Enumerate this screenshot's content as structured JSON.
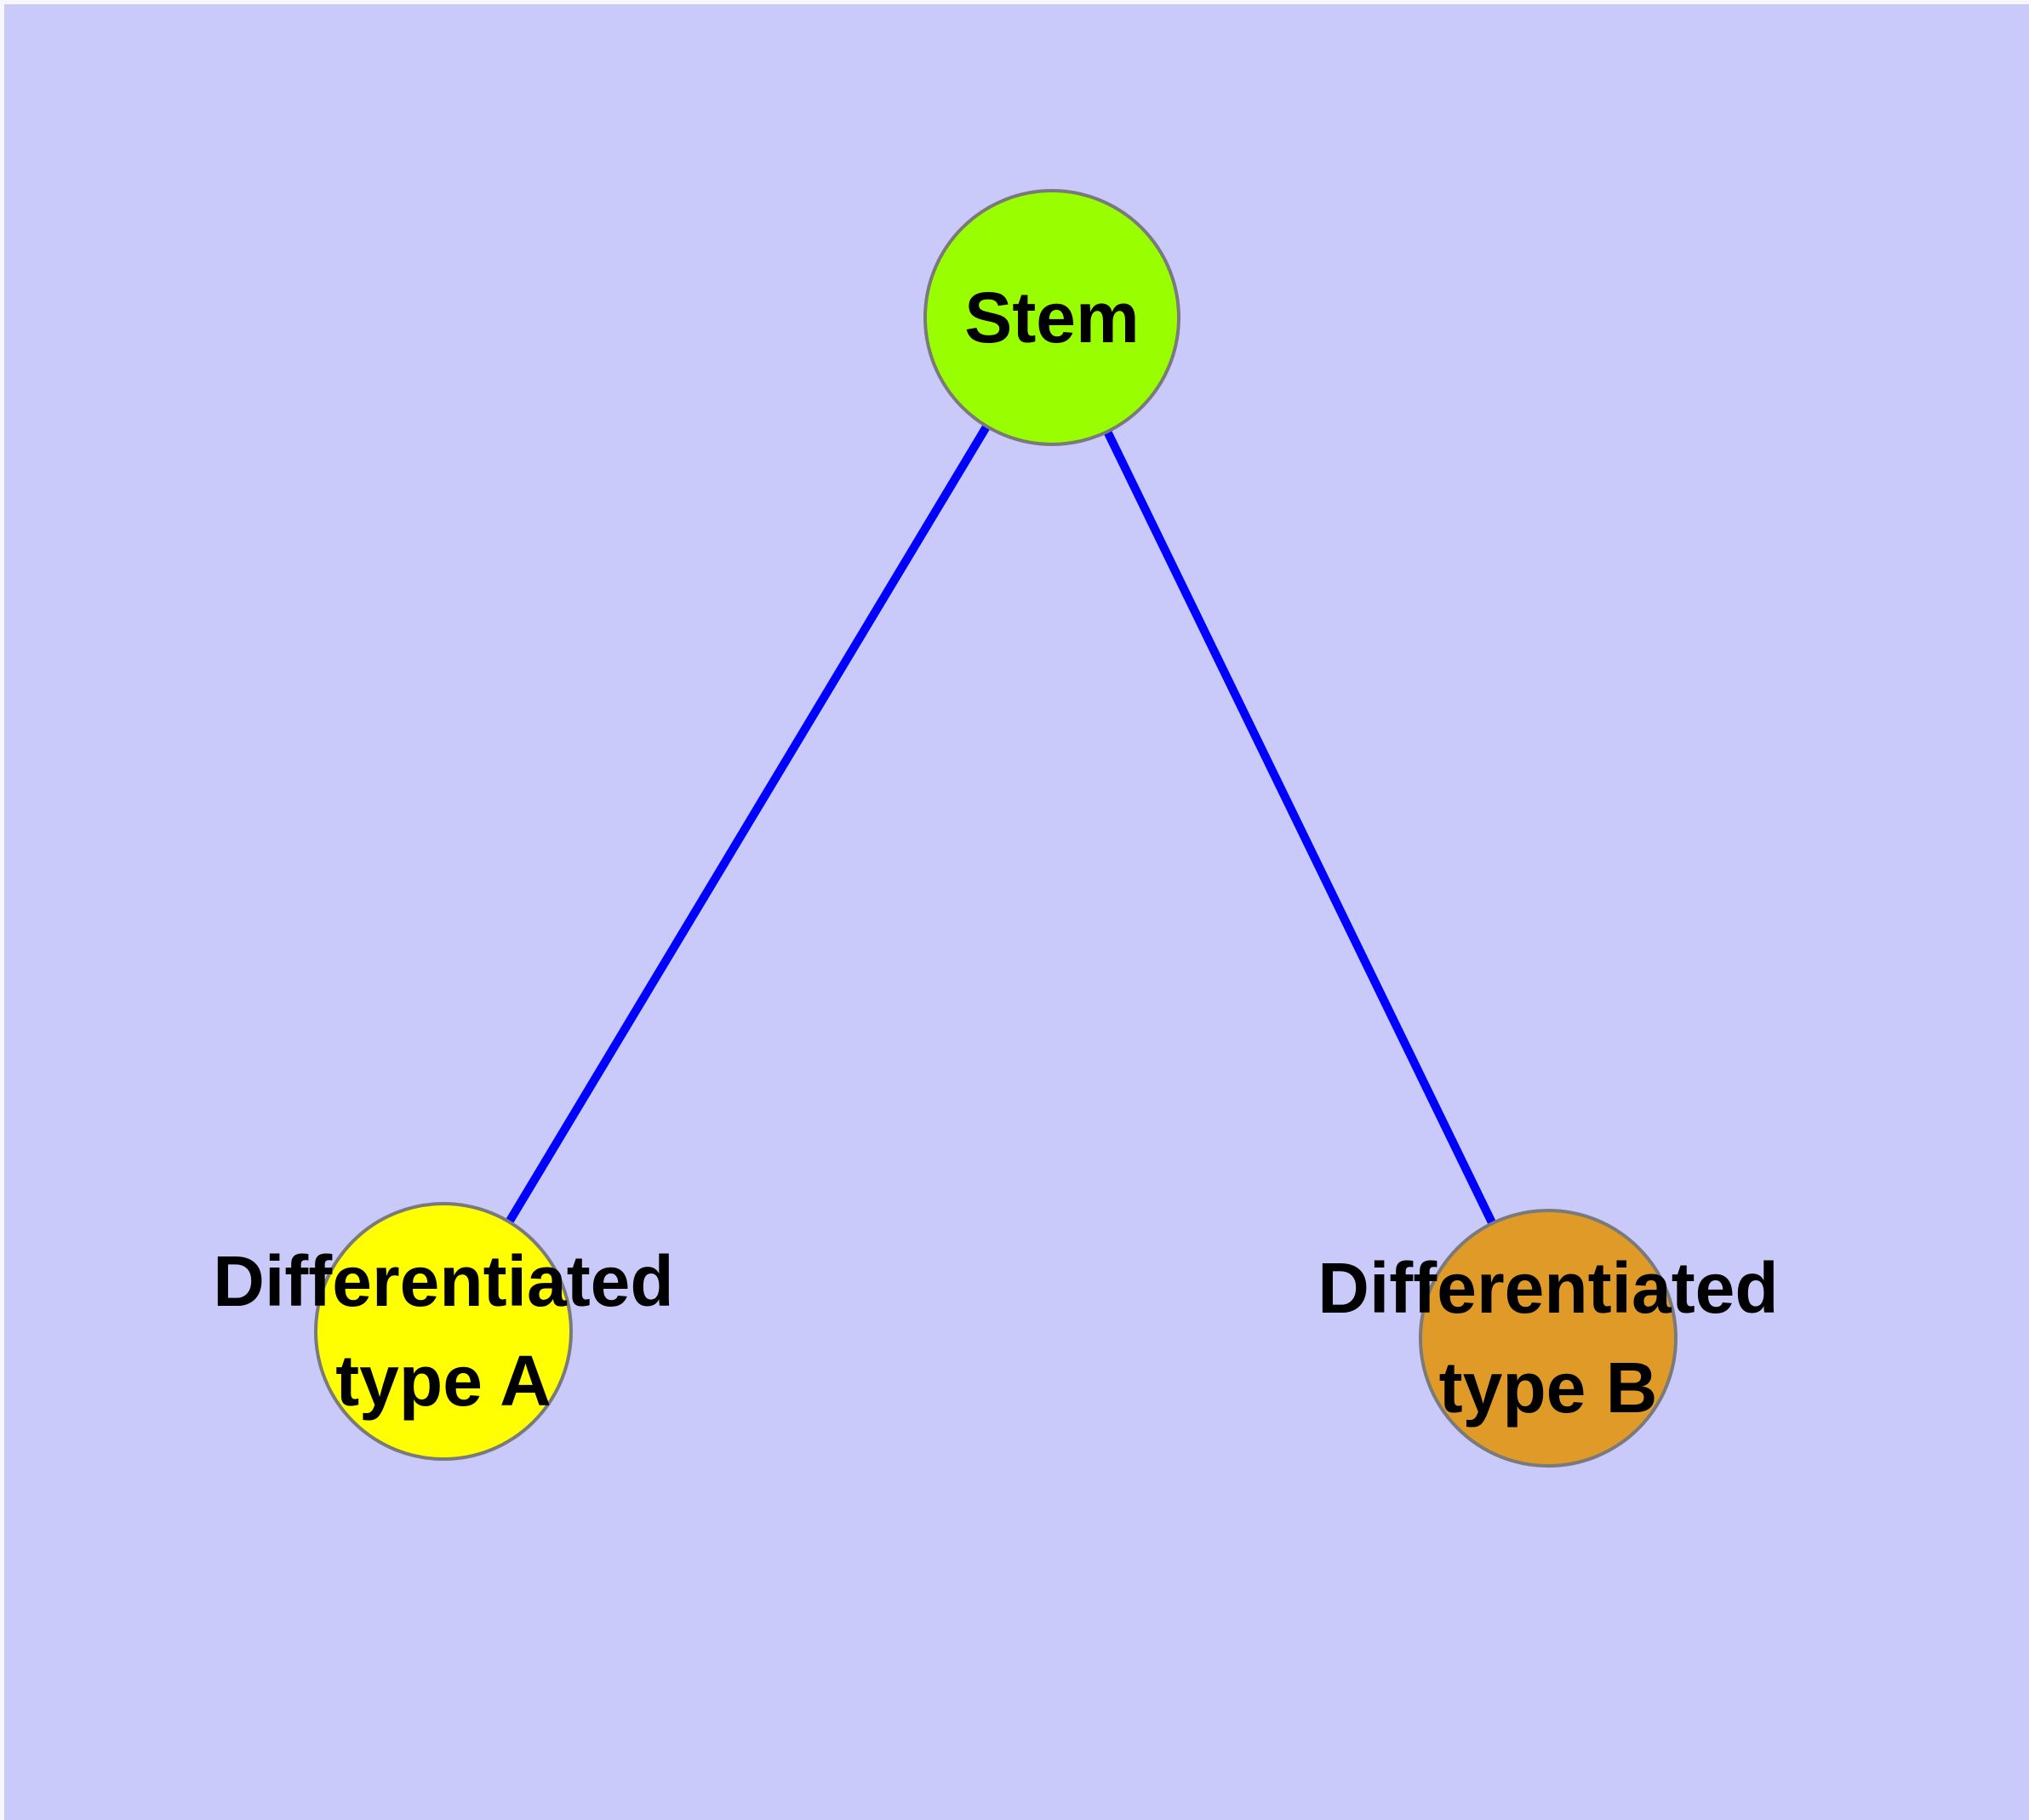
{
  "diagram": {
    "type": "graph",
    "background_color": "#c9c9fa",
    "frame_highlight_color": "#f7f7fb",
    "edge_color": "#0000ff",
    "node_border_color": "#7a7a7a",
    "label_color": "#000000",
    "nodes": [
      {
        "id": "stem",
        "label": "Stem",
        "fill_color": "#99ff00"
      },
      {
        "id": "differentiated-type-a",
        "label": "Differentiated\ntype A",
        "fill_color": "#ffff00"
      },
      {
        "id": "differentiated-type-b",
        "label": "Differentiated\ntype B",
        "fill_color": "#e09a28"
      }
    ],
    "edges": [
      {
        "from": "stem",
        "to": "differentiated-type-a"
      },
      {
        "from": "stem",
        "to": "differentiated-type-b"
      }
    ]
  }
}
